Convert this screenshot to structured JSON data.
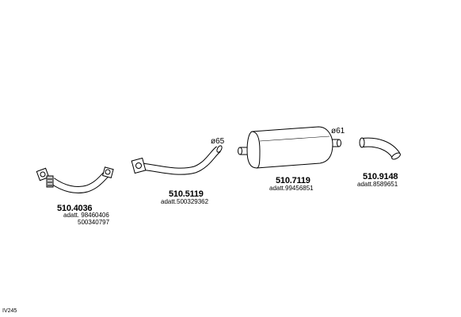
{
  "diagram_ref": "IV245",
  "parts": [
    {
      "code": "510.4036",
      "refs": [
        "adatt. 98460406",
        "500340797"
      ]
    },
    {
      "code": "510.5119",
      "refs": [
        "adatt.500329362"
      ],
      "diameter": "ø65"
    },
    {
      "code": "510.7119",
      "refs": [
        "adatt.99456851"
      ],
      "diameter": "ø61"
    },
    {
      "code": "510.9148",
      "refs": [
        "adatt.8589651"
      ]
    }
  ],
  "colors": {
    "line": "#000000",
    "fill": "#ffffff",
    "shade": "#cfcfcf"
  }
}
